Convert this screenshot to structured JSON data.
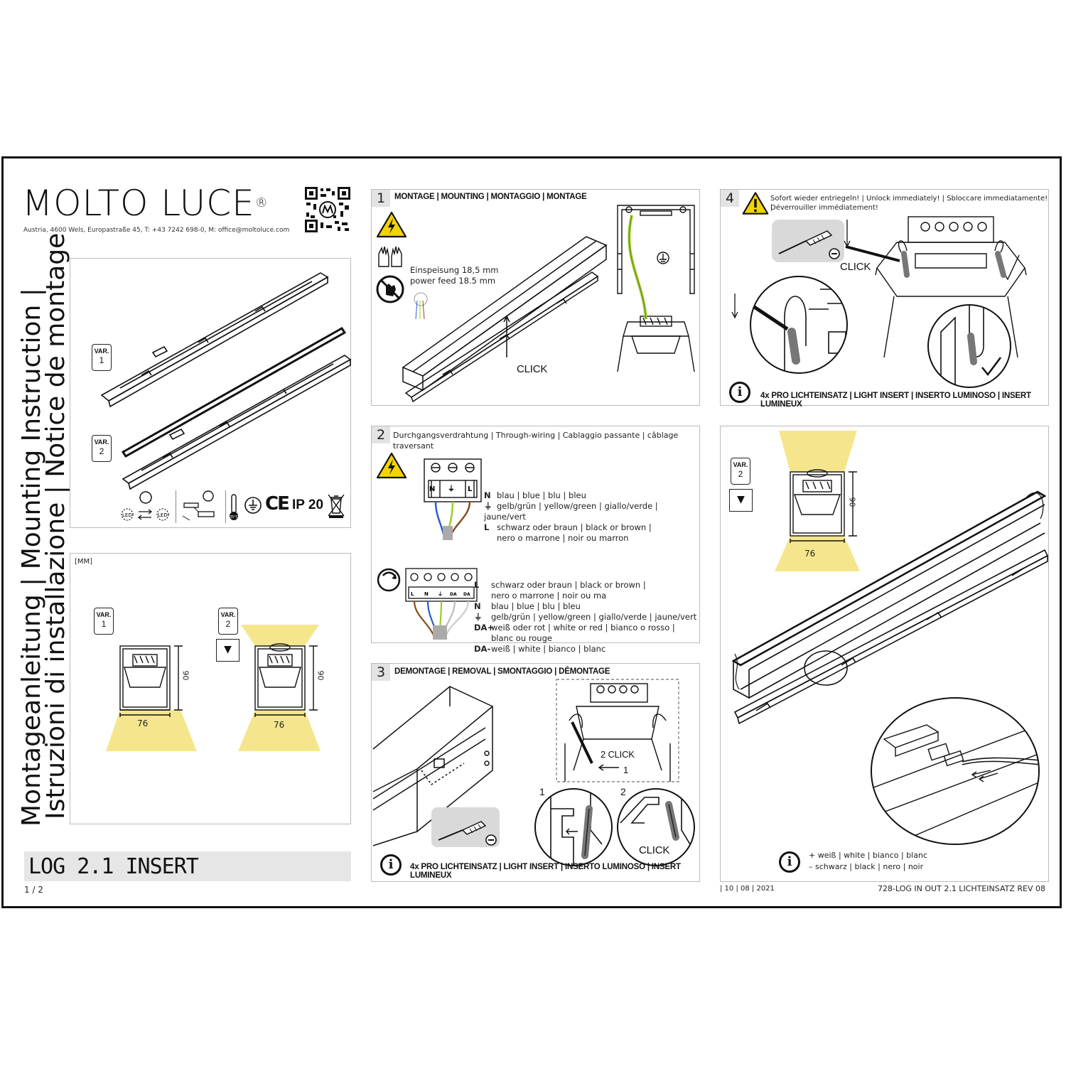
{
  "brand": {
    "logo": "MOLTO LUCE",
    "registered": "®",
    "address": "Austria, 4600 Wels, Europastraße 45, T: +43 7242 698-0, M: office@moltoluce.com"
  },
  "side_titles": {
    "line1": "Montageanleitung  |  Mounting Instruction  |",
    "line2": "Istruzioni di installazione  |  Notice de montage"
  },
  "product": {
    "title": "LOG 2.1 INSERT",
    "page": "1 / 2",
    "date": "| 10 | 08 | 2021",
    "doc_ref": "728-LOG IN OUT 2.1 LICHTEINSATZ REV 08"
  },
  "overview": {
    "var1_label": "VAR.",
    "var1_num": "1",
    "var2_label": "VAR.",
    "var2_num": "2",
    "led_label": "LED",
    "ip_label": "IP 20",
    "ce_label": "CE",
    "temp_label": "35°C"
  },
  "dimensions": {
    "unit": "[MM]",
    "var1_label": "VAR.",
    "var1_num": "1",
    "var2_label": "VAR.",
    "var2_num": "2",
    "height": "90",
    "width": "76"
  },
  "step1": {
    "num": "1",
    "title": "MONTAGE | MOUNTING | MONTAGGIO | MONTAGE",
    "feed_de": "Einspeisung 18,5 mm",
    "feed_en": "power feed 18.5 mm",
    "click": "CLICK"
  },
  "step2": {
    "num": "2",
    "title": "Durchgangsverdrahtung | Through-wiring | Cablaggio passante | câblage traversant",
    "block1": [
      {
        "key": "N",
        "text": "blau | blue | blu |  bleu"
      },
      {
        "key": "⏚",
        "text": "gelb/grün | yellow/green | giallo/verde | jaune/vert"
      },
      {
        "key": "L",
        "text": "schwarz oder braun | black or brown |"
      },
      {
        "key": "",
        "text": "nero o marrone | noir ou marron"
      }
    ],
    "block2": [
      {
        "key": "L",
        "text": "schwarz oder braun | black or brown |"
      },
      {
        "key": "",
        "text": "nero o marrone | noir ou ma"
      },
      {
        "key": "N",
        "text": "blau | blue | blu |  bleu"
      },
      {
        "key": "⏚",
        "text": "gelb/grün | yellow/green | giallo/verde | jaune/vert"
      },
      {
        "key": "DA+",
        "text": "weiß oder rot | white or  red | bianco o rosso |"
      },
      {
        "key": "",
        "text": "blanc ou rouge"
      },
      {
        "key": "DA-",
        "text": "weiß | white | bianco | blanc"
      }
    ],
    "terminal_labels": [
      "N",
      "⏚",
      "L"
    ],
    "terminal_labels2": [
      "L",
      "N",
      "⏚",
      "DA",
      "DA"
    ]
  },
  "step3": {
    "num": "3",
    "title": "DEMONTAGE | REMOVAL | SMONTAGGIO | DÉMONTAGE",
    "click2": "2  CLICK",
    "one": "1",
    "sub1": "1",
    "sub2": "2",
    "click": "CLICK",
    "info": "4x PRO LICHTEINSATZ | LIGHT INSERT | INSERTO LUMINOSO | INSERT LUMINEUX"
  },
  "step4": {
    "num": "4",
    "warning": "Sofort wieder entriegeln! |  Unlock immediately! | Sbloccare immediatamente! |",
    "warning2": "Déverrouiller immédiatement!",
    "click": "CLICK",
    "info": "4x PRO LICHTEINSATZ | LIGHT INSERT | INSERTO LUMINOSO | INSERT LUMINEUX"
  },
  "step5": {
    "var_label": "VAR.",
    "var_num": "2",
    "height": "90",
    "width": "76",
    "legend_plus": "+ weiß | white | bianco | blanc",
    "legend_minus": "–  schwarz | black | nero | noir"
  },
  "colors": {
    "border": "#111111",
    "panel_border": "#bbbbbb",
    "light": "#f3e27a",
    "warning_yellow": "#f2d400",
    "wire_green": "#9ccc2a",
    "wire_blue": "#2e5cc8",
    "wire_brown": "#8a4a1c"
  }
}
